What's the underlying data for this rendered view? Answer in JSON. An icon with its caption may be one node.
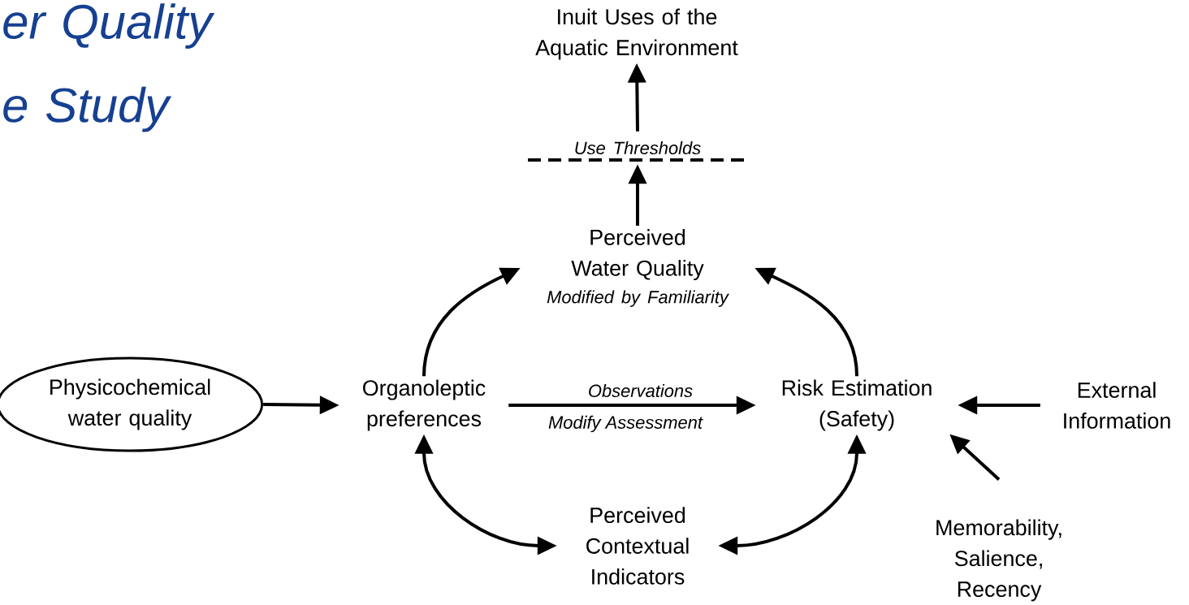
{
  "diagram": {
    "title": "er Quality e Study",
    "nodes": [
      {
        "text": [
          "Physicochemical water quality"
        ]
      },
      {
        "text": [
          "Organoleptic preferences"
        ]
      },
      {
        "text": [
          "Perceived Water Quality",
          "Modified by Familiarity"
        ]
      },
      {
        "text": [
          "Inuit Uses of the Aquatic Environment"
        ]
      },
      {
        "text": [
          "Risk Estimation (Safety)"
        ]
      },
      {
        "text": [
          "External Information"
        ]
      },
      {
        "text": [
          "Memorability, Salience, Recency"
        ]
      },
      {
        "text": [
          "Perceived Contextual Indicators"
        ]
      },
      {
        "text": [
          "Use Thresholds"
        ]
      }
    ],
    "edges": [
      {
        "from": 0,
        "to": 1,
        "arrow": "to"
      },
      {
        "from": 1,
        "to": 4,
        "arrow": "to",
        "label": "Observations"
      },
      {
        "from": 1,
        "to": 2,
        "arrow": "to"
      },
      {
        "from": 4,
        "to": 2,
        "arrow": "to"
      },
      {
        "from": 1,
        "to": 7,
        "arrow": "both"
      },
      {
        "from": 7,
        "to": 4,
        "arrow": "both"
      },
      {
        "from": 5,
        "to": 4,
        "arrow": "to"
      },
      {
        "from": 6,
        "to": 4,
        "arrow": "to"
      },
      {
        "from": 2,
        "to": 8,
        "arrow": "to"
      },
      {
        "from": 8,
        "to": 3,
        "arrow": "to"
      }
    ],
    "labels": [
      "Modify Assessment"
    ]
  }
}
